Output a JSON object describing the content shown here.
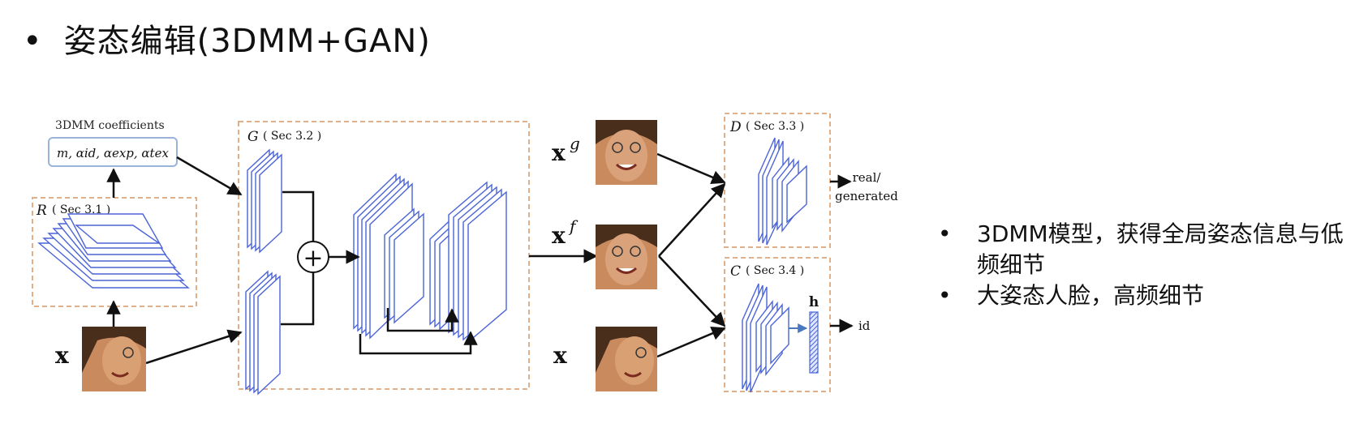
{
  "slide": {
    "title": "姿态编辑(3DMM+GAN)",
    "bullet_symbol": "•",
    "bullets": [
      "3DMM模型，获得全局姿态信息与低频细节",
      "大姿态人脸，高频细节"
    ]
  },
  "diagram": {
    "coeff_caption": "3DMM coefficients",
    "coeff_formula": "m, αid, αexp, αtex",
    "R": {
      "letter": "R",
      "section": "( Sec 3.1 )"
    },
    "G": {
      "letter": "G",
      "section": "( Sec 3.2 )"
    },
    "D": {
      "letter": "D",
      "section": "( Sec 3.3 )"
    },
    "C": {
      "letter": "C",
      "section": "( Sec 3.4 )"
    },
    "input_label": "x",
    "xg_label": "x",
    "xg_sup": "g",
    "xf_label": "x",
    "xf_sup": "f",
    "x_label": "x",
    "d_output": "real/",
    "d_output2": "generated",
    "c_feature": "h",
    "c_output": "id",
    "plus_symbol": "+",
    "colors": {
      "box_border": "#e0b08a",
      "layer_stroke": "#4a63d8",
      "layer_fill": "#ffffff",
      "arrow": "#111111",
      "face_skin": "#c98a5e",
      "face_hair": "#4a2e1c",
      "feature_fill": "#8fa6ff"
    }
  }
}
